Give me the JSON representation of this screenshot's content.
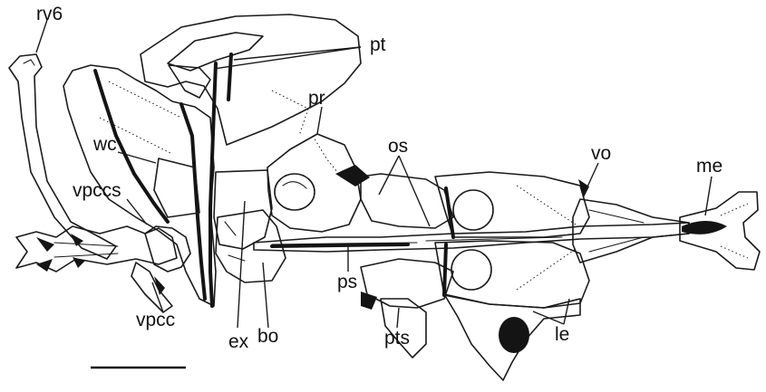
{
  "labels": {
    "rv6": "rv6",
    "pt": "pt",
    "pr": "pr",
    "os": "os",
    "vo": "vo",
    "me": "me",
    "wc": "wc",
    "vpccs": "vpccs",
    "vpcc": "vpcc",
    "ex": "ex",
    "bo": "bo",
    "ps": "ps",
    "pts": "pts",
    "le": "le"
  },
  "colors": {
    "ink": "#1a1a1a",
    "paper": "#ffffff"
  }
}
